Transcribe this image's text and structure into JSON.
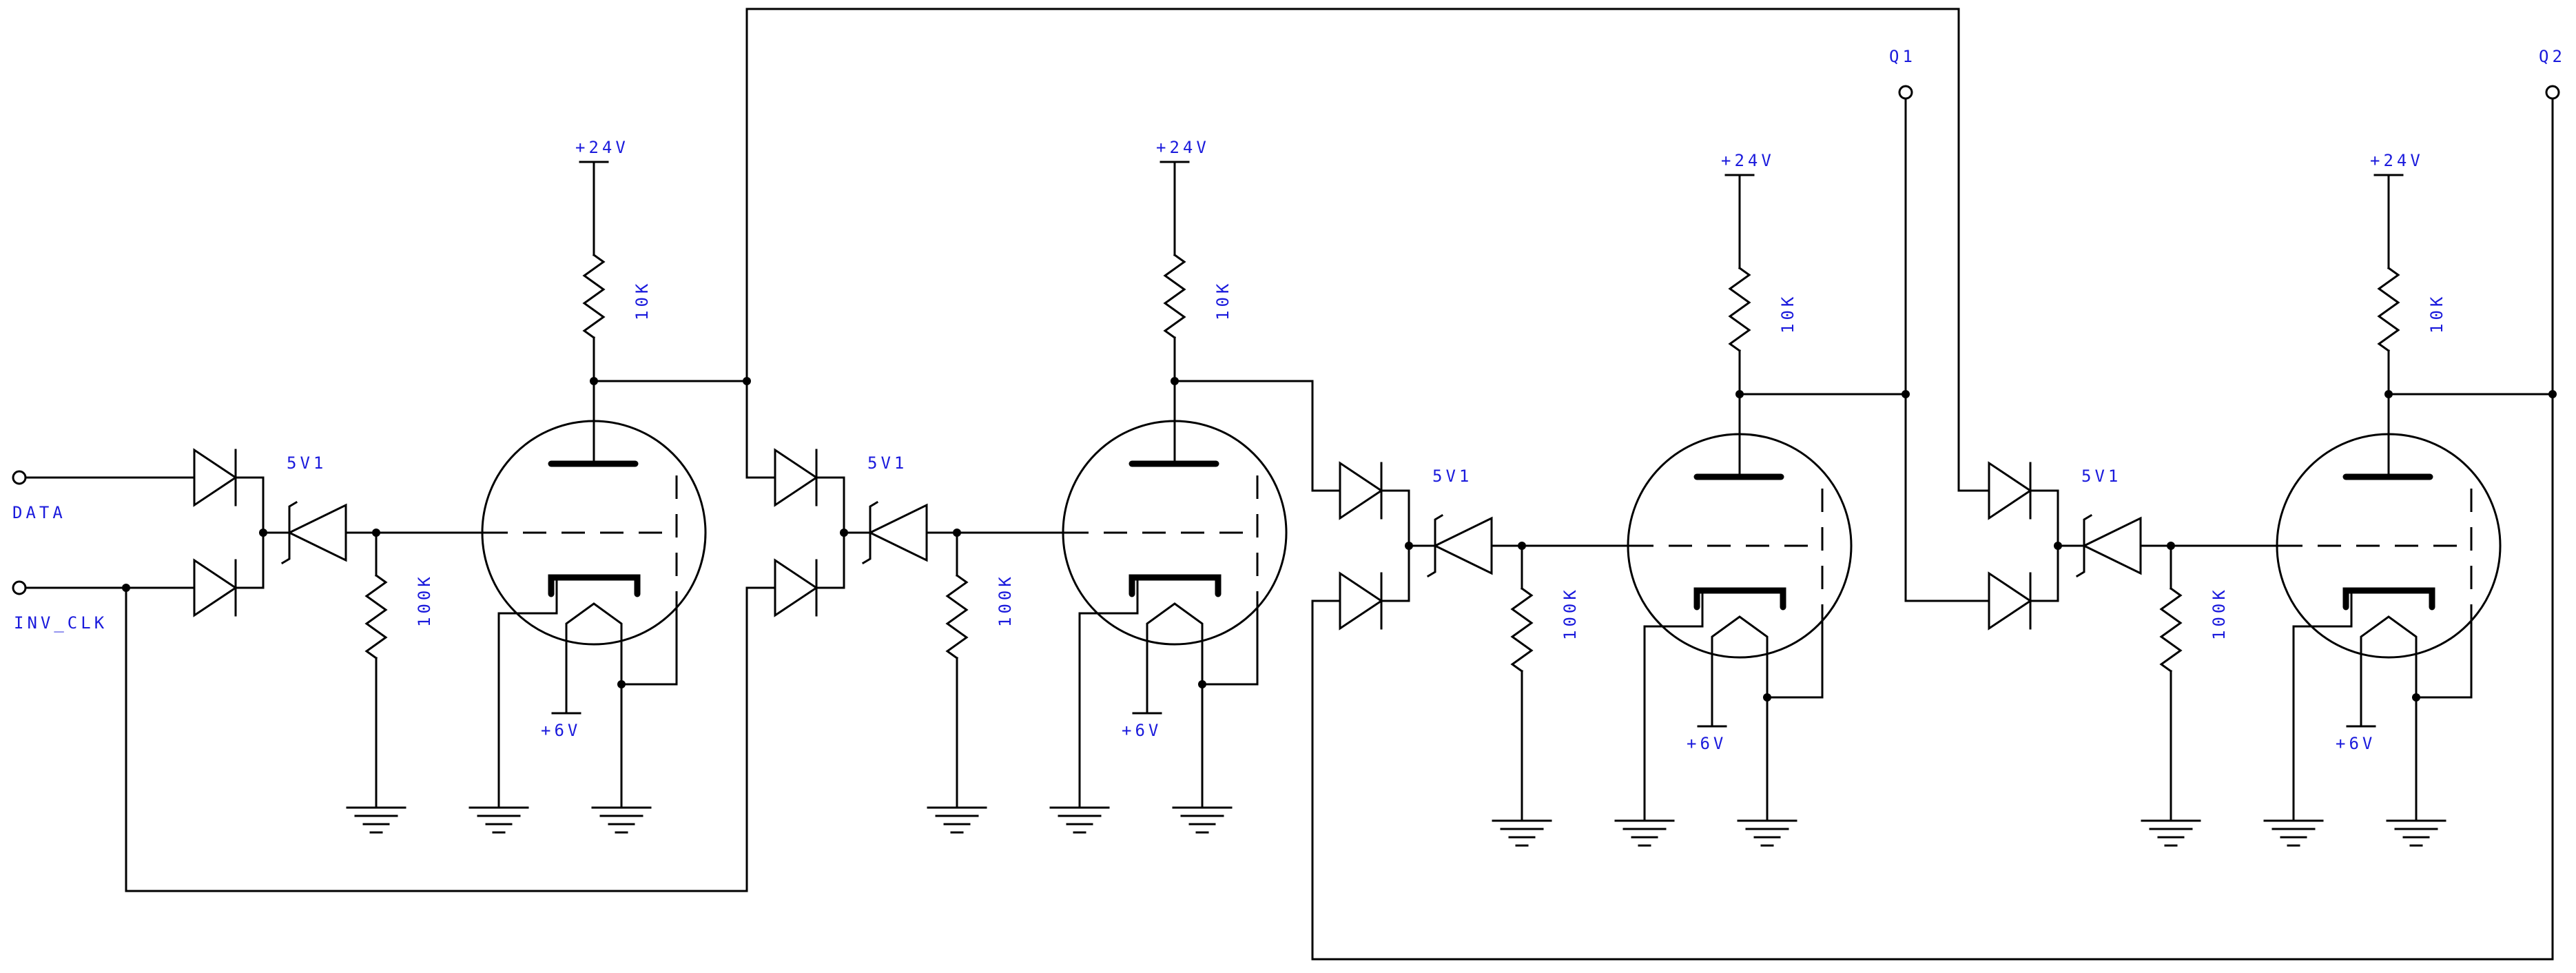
{
  "labels": {
    "data": "DATA",
    "inv_clk": "INV_CLK",
    "q1": "Q1",
    "q2": "Q2",
    "zener": "5V1",
    "supply_plate": "+24V",
    "supply_heater": "+6V",
    "r_plate": "10K",
    "r_grid": "100K"
  },
  "colors": {
    "wire": "#000000",
    "label": "#1a1adc",
    "background": "#ffffff"
  }
}
